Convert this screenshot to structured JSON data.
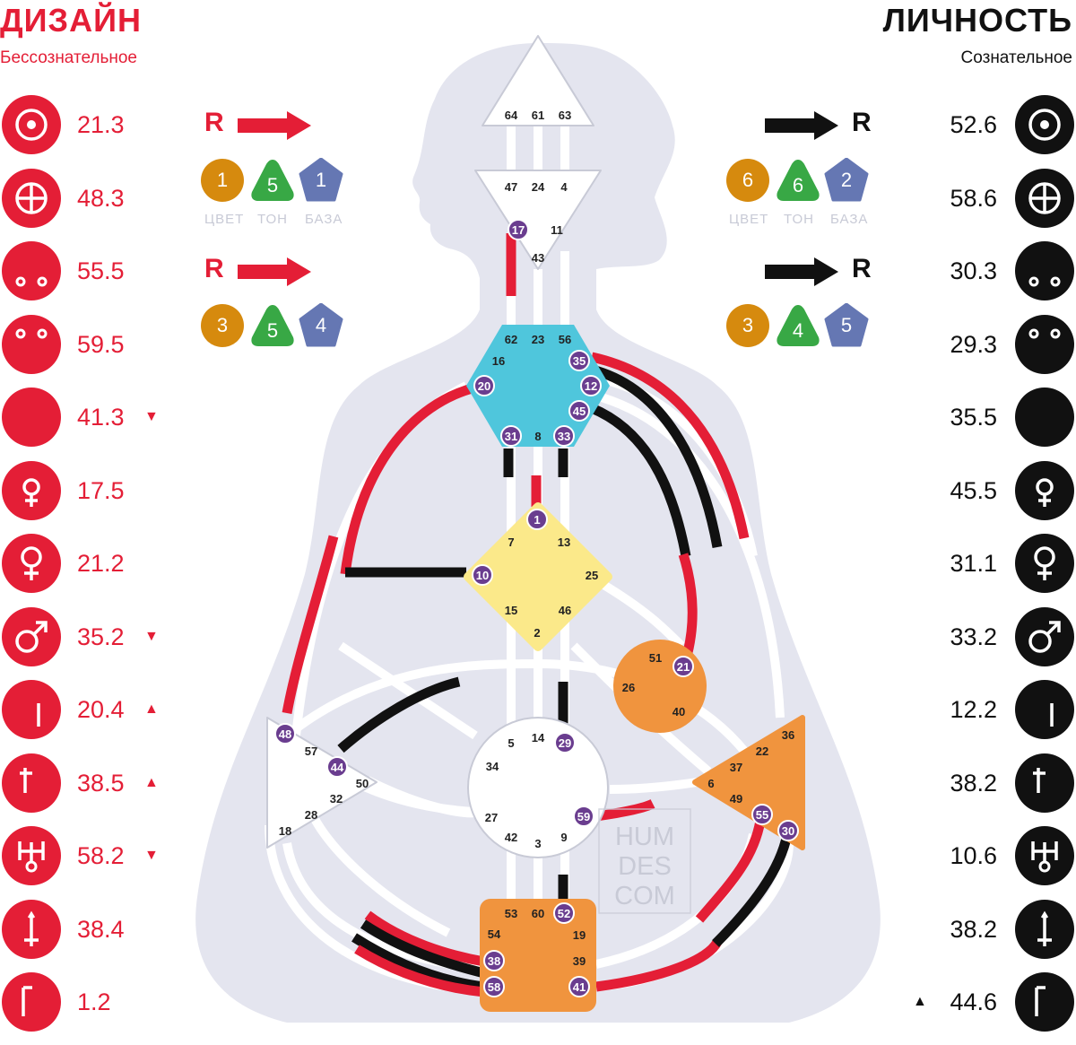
{
  "design": {
    "title": "ДИЗАЙН",
    "subtitle": "Бессознательное",
    "values": [
      "21.3",
      "48.3",
      "55.5",
      "59.5",
      "41.3",
      "17.5",
      "21.2",
      "35.2",
      "20.4",
      "38.5",
      "58.2",
      "38.4",
      "1.2"
    ],
    "markers": [
      "",
      "",
      "",
      "",
      "▼",
      "",
      "",
      "▼",
      "▲",
      "▲",
      "▼",
      "",
      ""
    ],
    "arrow1": "R",
    "arrow2": "R",
    "row1": {
      "color": "1",
      "tone": "5",
      "base": "1"
    },
    "row2": {
      "color": "3",
      "tone": "5",
      "base": "4"
    }
  },
  "personality": {
    "title": "ЛИЧНОСТЬ",
    "subtitle": "Сознательное",
    "values": [
      "52.6",
      "58.6",
      "30.3",
      "29.3",
      "35.5",
      "45.5",
      "31.1",
      "33.2",
      "12.2",
      "38.2",
      "10.6",
      "38.2",
      "44.6"
    ],
    "markers": [
      "",
      "",
      "",
      "",
      "",
      "",
      "",
      "",
      "",
      "",
      "",
      "",
      "▲"
    ],
    "arrow1": "R",
    "arrow2": "R",
    "row1": {
      "color": "6",
      "tone": "6",
      "base": "2"
    },
    "row2": {
      "color": "3",
      "tone": "4",
      "base": "5"
    }
  },
  "labels": {
    "color": "ЦВЕТ",
    "tone": "ТОН",
    "base": "БАЗА"
  },
  "planet_icons": [
    "sun-icon",
    "earth-icon",
    "north-node-icon",
    "south-node-icon",
    "moon-icon",
    "mercury-icon",
    "venus-icon",
    "mars-icon",
    "jupiter-icon",
    "saturn-icon",
    "uranus-icon",
    "neptune-icon",
    "pluto-icon"
  ],
  "watermark": [
    "HUM",
    "DES",
    "COM"
  ],
  "colors": {
    "design": "#e41e36",
    "personality": "#111111",
    "throat": "#4fc6dc",
    "g": "#fbe98a",
    "motor": "#f0943e",
    "silhouette": "#e4e5ef",
    "gate_dot": "#6a3d8f"
  },
  "centers": {
    "head": {
      "gates": [
        "64",
        "61",
        "63"
      ]
    },
    "ajna": {
      "gates": [
        "47",
        "24",
        "4",
        "17",
        "11",
        "43"
      ]
    },
    "throat": {
      "gates": [
        "62",
        "23",
        "56",
        "16",
        "35",
        "20",
        "12",
        "45",
        "31",
        "8",
        "33"
      ]
    },
    "g": {
      "gates": [
        "1",
        "7",
        "13",
        "10",
        "25",
        "15",
        "46",
        "2"
      ]
    },
    "heart": {
      "gates": [
        "51",
        "21",
        "26",
        "40"
      ]
    },
    "spleen": {
      "gates": [
        "48",
        "57",
        "44",
        "50",
        "32",
        "28",
        "18"
      ]
    },
    "sacral": {
      "gates": [
        "5",
        "14",
        "29",
        "34",
        "27",
        "59",
        "42",
        "3",
        "9"
      ]
    },
    "solar": {
      "gates": [
        "36",
        "22",
        "37",
        "6",
        "49",
        "55",
        "30"
      ]
    },
    "root": {
      "gates": [
        "53",
        "60",
        "52",
        "54",
        "19",
        "38",
        "39",
        "58",
        "41"
      ]
    }
  }
}
